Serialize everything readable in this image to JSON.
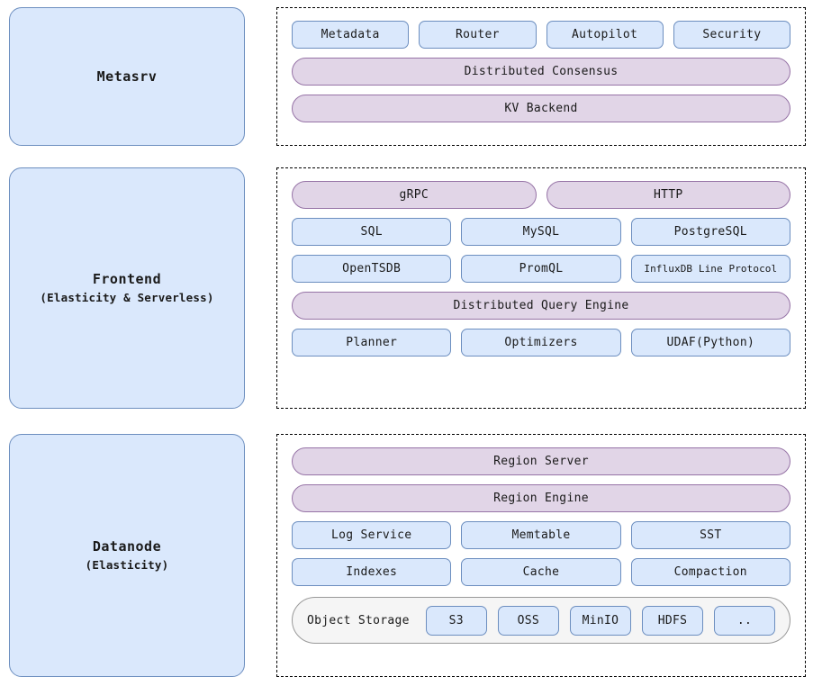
{
  "colors": {
    "blue_fill": "#dae8fc",
    "blue_border": "#6c8ebf",
    "purple_fill": "#e1d5e7",
    "purple_border": "#9673a6",
    "storage_fill": "#f5f5f5",
    "storage_border": "#999999",
    "dashed_border": "#000000",
    "text": "#1a1a1a"
  },
  "sections": {
    "metasrv": {
      "title": "Metasrv",
      "subtitle": "",
      "rows": {
        "components": [
          "Metadata",
          "Router",
          "Autopilot",
          "Security"
        ],
        "consensus": "Distributed Consensus",
        "kv_backend": "KV Backend"
      }
    },
    "frontend": {
      "title": "Frontend",
      "subtitle": "(Elasticity & Serverless)",
      "rows": {
        "protocols": [
          "gRPC",
          "HTTP"
        ],
        "interfaces_row1": [
          "SQL",
          "MySQL",
          "PostgreSQL"
        ],
        "interfaces_row2": [
          "OpenTSDB",
          "PromQL",
          "InfluxDB Line Protocol"
        ],
        "query_engine": "Distributed Query Engine",
        "engine_parts": [
          "Planner",
          "Optimizers",
          "UDAF(Python)"
        ]
      }
    },
    "datanode": {
      "title": "Datanode",
      "subtitle": "(Elasticity)",
      "rows": {
        "region_server": "Region Server",
        "region_engine": "Region Engine",
        "storage_row1": [
          "Log Service",
          "Memtable",
          "SST"
        ],
        "storage_row2": [
          "Indexes",
          "Cache",
          "Compaction"
        ],
        "object_storage_label": "Object Storage",
        "object_storage_backends": [
          "S3",
          "OSS",
          "MinIO",
          "HDFS",
          ".."
        ]
      }
    }
  }
}
